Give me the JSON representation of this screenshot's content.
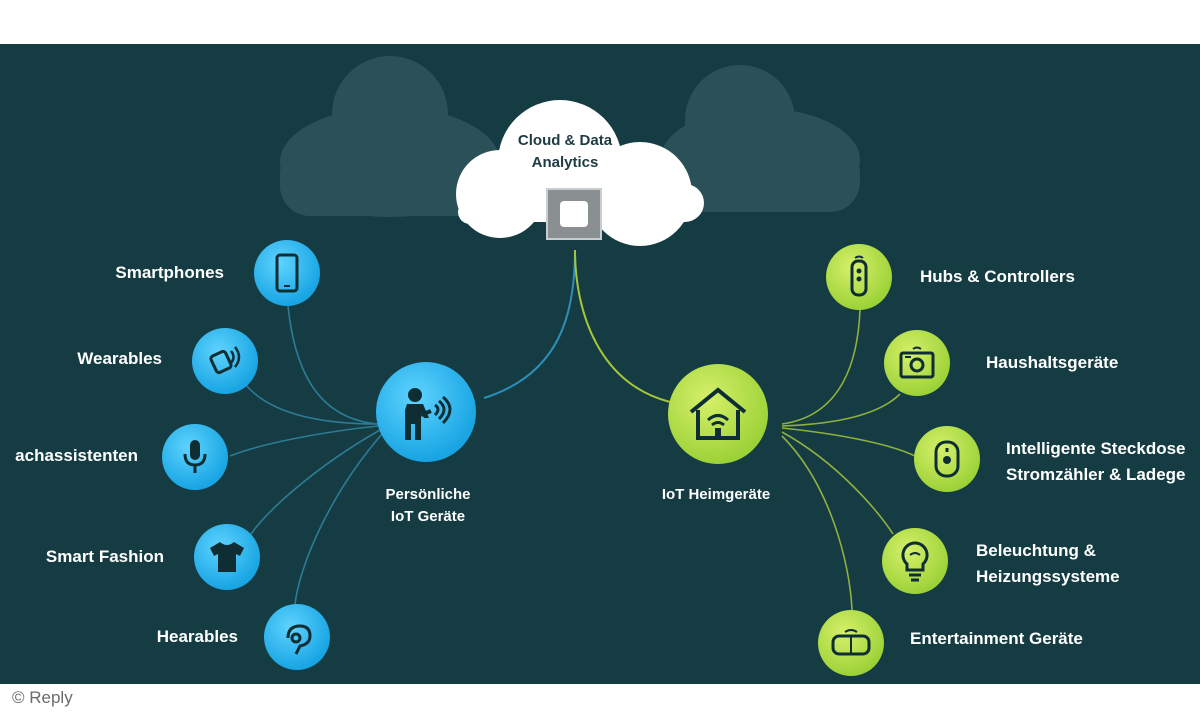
{
  "cloud": {
    "line1": "Cloud & Data",
    "line2": "Analytics"
  },
  "personal_hub": {
    "line1": "Persönliche",
    "line2": "IoT Geräte"
  },
  "home_hub": {
    "label": "IoT Heimgeräte"
  },
  "personal_devices": [
    {
      "label": "Smartphones",
      "icon": "smartphone-icon"
    },
    {
      "label": "Wearables",
      "icon": "smartwatch-icon"
    },
    {
      "label": "achassistenten",
      "icon": "microphone-icon"
    },
    {
      "label": "Smart Fashion",
      "icon": "tshirt-icon"
    },
    {
      "label": "Hearables",
      "icon": "earbud-icon"
    }
  ],
  "home_devices": [
    {
      "line1": "Hubs & Controllers",
      "line2": "",
      "icon": "controller-icon"
    },
    {
      "line1": "Haushaltsgeräte",
      "line2": "",
      "icon": "appliance-icon"
    },
    {
      "line1": "Intelligente Steckdose",
      "line2": "Stromzähler & Ladege",
      "icon": "smart-plug-icon"
    },
    {
      "line1": "Beleuchtung &",
      "line2": "Heizungssysteme",
      "icon": "lightbulb-icon"
    },
    {
      "line1": "Entertainment Geräte",
      "line2": "",
      "icon": "vr-headset-icon"
    }
  ],
  "copyright": "© Reply",
  "colors": {
    "background": "#143c42",
    "personal_accent": "#1aa6e4",
    "home_accent": "#9fd33a",
    "cloud": "#ffffff",
    "background_clouds": "#2b5257"
  }
}
